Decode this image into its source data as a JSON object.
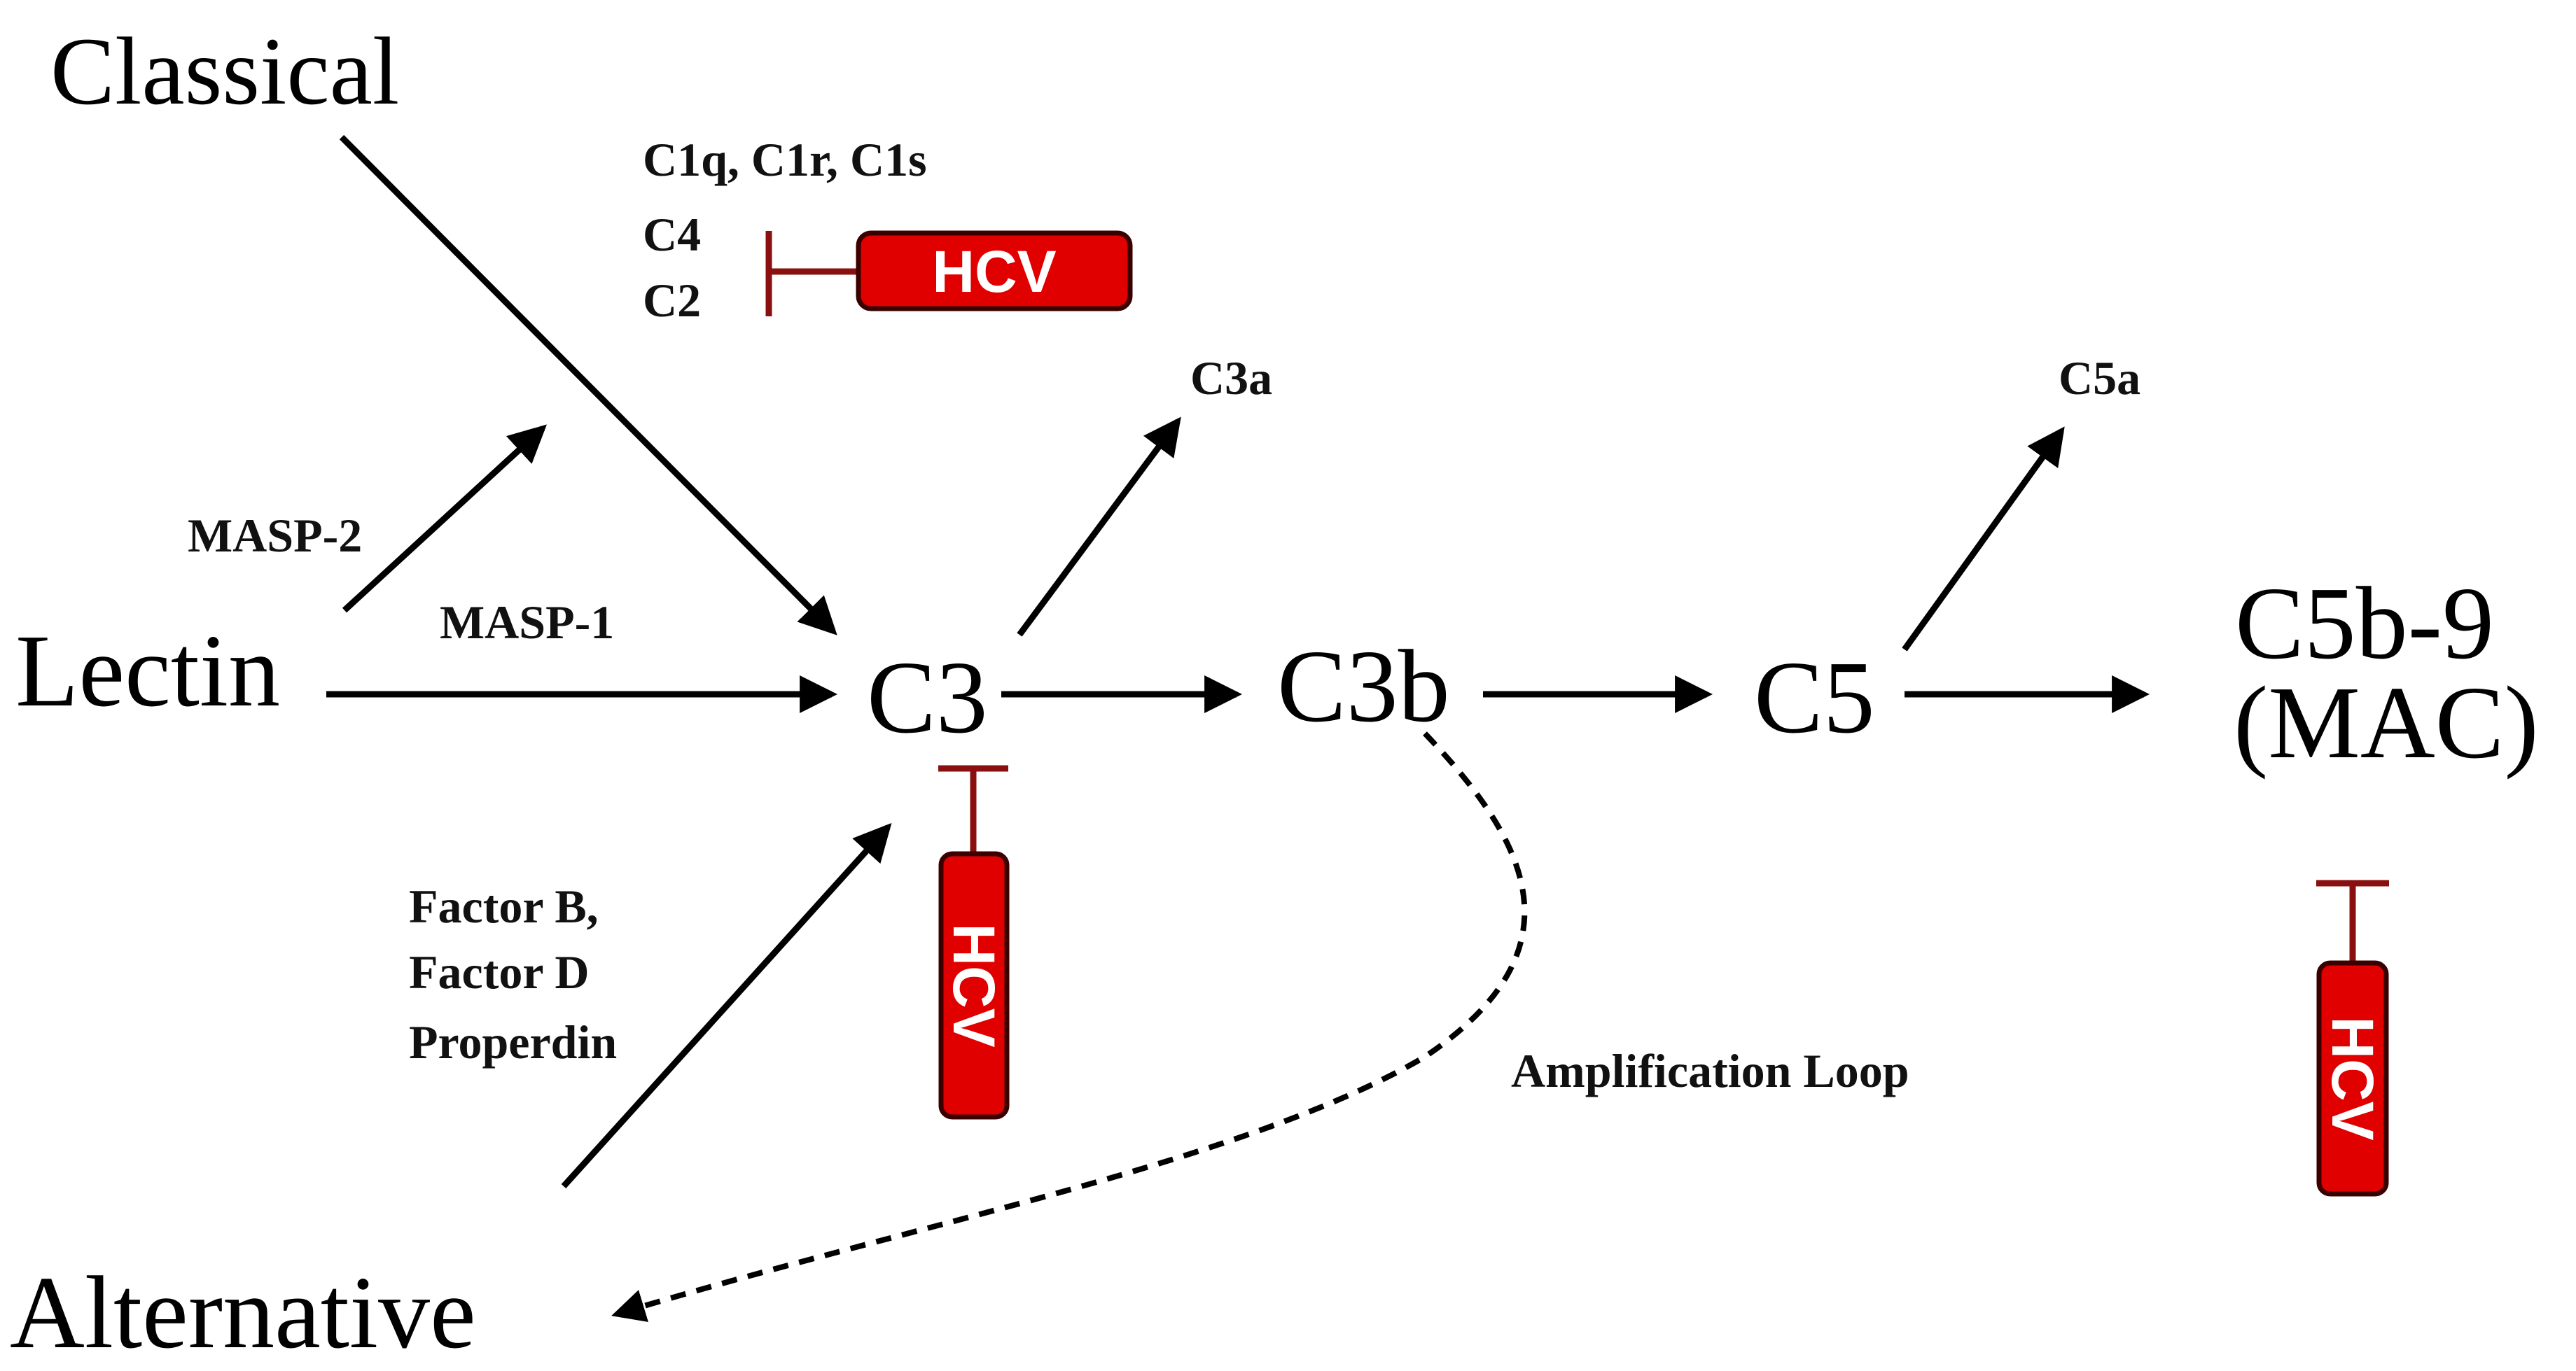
{
  "nodes": {
    "classical": "Classical",
    "lectin": "Lectin",
    "alternative": "Alternative",
    "c3": "C3",
    "c3b": "C3b",
    "c5": "C5",
    "c5b9": "C5b-9",
    "mac": "(MAC)",
    "c3a": "C3a",
    "c5a": "C5a"
  },
  "labels": {
    "classical_components_1": "C1q, C1r, C1s",
    "classical_components_2": "C4",
    "classical_components_3": "C2",
    "masp2": "MASP-2",
    "masp1": "MASP-1",
    "alt_factors_1": "Factor B,",
    "alt_factors_2": "Factor D",
    "alt_factors_3": "Properdin",
    "amplification_loop": "Amplification Loop"
  },
  "inhibitors": {
    "hcv_classical": "HCV",
    "hcv_c3": "HCV",
    "hcv_mac": "HCV"
  },
  "colors": {
    "hcv_fill": "#e00000",
    "inhibitor_line": "#8a1010",
    "arrow": "#000000"
  }
}
